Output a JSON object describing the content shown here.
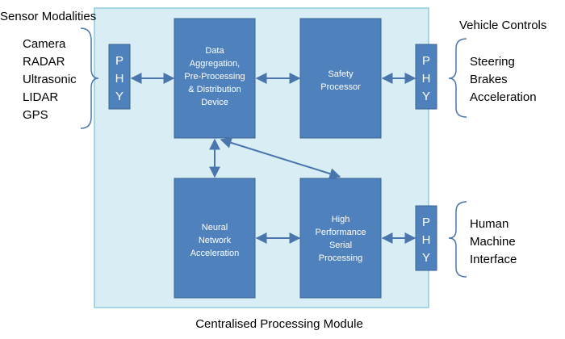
{
  "diagram": {
    "module_label": "Centralised Processing Module",
    "sensors": {
      "title": "Sensor Modalities",
      "items": [
        "Camera",
        "RADAR",
        "Ultrasonic",
        "LIDAR",
        "GPS"
      ]
    },
    "vehicle_controls": {
      "title": "Vehicle Controls",
      "items": [
        "Steering",
        "Brakes",
        "Acceleration"
      ]
    },
    "hmi": {
      "items": [
        "Human",
        "Machine",
        "Interface"
      ]
    },
    "phy": {
      "letters": [
        "P",
        "H",
        "Y"
      ]
    },
    "blocks": {
      "aggregation": [
        "Data",
        "Aggregation,",
        "Pre-Processing",
        "& Distribution",
        "Device"
      ],
      "safety": [
        "Safety",
        "Processor"
      ],
      "neural": [
        "Neural",
        "Network",
        "Acceleration"
      ],
      "hpc": [
        "High",
        "Performance",
        "Serial",
        "Processing"
      ]
    },
    "colors": {
      "module_fill": "#d9eef4",
      "module_stroke": "#8fcbdd",
      "block_fill": "#4f81bd",
      "block_stroke": "#3b6592",
      "block_text": "#ffffff",
      "arrow": "#4a76ad",
      "brace": "#4a76ad",
      "label_text": "#000000"
    }
  }
}
